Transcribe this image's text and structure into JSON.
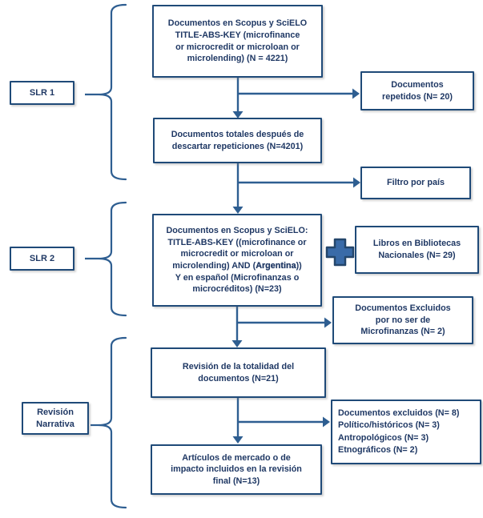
{
  "colors": {
    "box_border": "#1f4a78",
    "text": "#1f3864",
    "connector": "#2e5e91",
    "plus_fill": "#3a6ba8",
    "plus_border": "#24466b",
    "background": "#ffffff"
  },
  "side_labels": {
    "slr1": "SLR 1",
    "slr2": "SLR 2",
    "narrativa_l1": "Revisión",
    "narrativa_l2": "Narrativa"
  },
  "main_flow": {
    "scopus_initial": {
      "lines": [
        "Documentos en Scopus y SciELO",
        "TITLE-ABS-KEY (microfinance",
        "or microcredit or microloan or",
        "microlending) (N = 4221)"
      ]
    },
    "after_dedup": {
      "lines": [
        "Documentos totales después de",
        "descartar repeticiones (N=4201)"
      ]
    },
    "scopus_filtered": {
      "lines_top": [
        "Documentos en Scopus y SciELO:",
        "TITLE-ABS-KEY ((microfinance or",
        "microcredit or microloan or"
      ],
      "line_bold": {
        "pre": "microlending) AND (",
        "bold": "Argentina",
        "post": "))"
      },
      "lines_bottom": [
        "Y en español (Microfinanzas o",
        "microcréditos) (N=23)"
      ]
    },
    "full_review": {
      "lines": [
        "Revisión de la totalidad del",
        "documentos (N=21)"
      ]
    },
    "final_included": {
      "lines": [
        "Artículos de mercado o de",
        "impacto incluidos en la revisión",
        "final (N=13)"
      ]
    }
  },
  "side_flow": {
    "repeated": {
      "lines": [
        "Documentos",
        "repetidos (N= 20)"
      ]
    },
    "country_filter": {
      "lines": [
        "Filtro por país"
      ]
    },
    "library_books": {
      "lines": [
        "Libros en Bibliotecas",
        "Nacionales (N= 29)"
      ]
    },
    "excluded_not_mf": {
      "lines": [
        "Documentos Excluidos",
        "por no ser de",
        "Microfinanzas (N= 2)"
      ]
    },
    "excluded_narrative": {
      "lines": [
        "Documentos excluidos (N= 8)",
        "Político/históricos (N= 3)",
        "Antropológicos (N= 3)",
        "Etnográficos (N= 2)"
      ]
    }
  }
}
